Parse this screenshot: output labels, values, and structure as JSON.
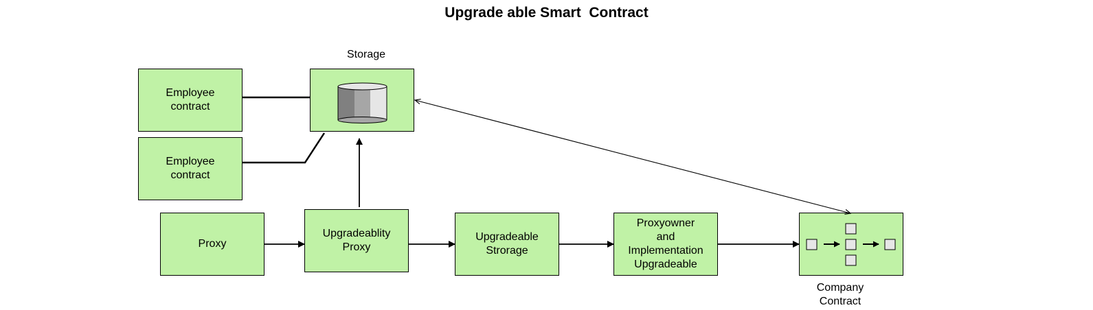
{
  "title": "Upgrade able Smart  Contract",
  "colors": {
    "node_fill": "#c0f2a6",
    "node_border": "#000000",
    "connector": "#000000",
    "cylinder_dark": "#808080",
    "cylinder_mid": "#a6a6a6",
    "cylinder_light": "#e6e6e6",
    "workflow_square": "#e6e6e6"
  },
  "nodes": {
    "employee_contract_1": "Employee\ncontract",
    "employee_contract_2": "Employee\ncontract",
    "storage": {
      "label": "Storage",
      "icon": "database-cylinder-icon"
    },
    "proxy": "Proxy",
    "upgradeability_proxy": "Upgradeablity\nProxy",
    "upgradeable_storage": "Upgradeable\nStrorage",
    "proxyowner": "Proxyowner\nand\nImplementation\nUpgradeable",
    "company_contract": {
      "label": "Company\nContract",
      "icon": "workflow-icon"
    }
  },
  "edges": [
    {
      "from": "employee_contract_1",
      "to": "storage",
      "arrow": "none"
    },
    {
      "from": "employee_contract_2",
      "to": "storage",
      "arrow": "none"
    },
    {
      "from": "upgradeability_proxy",
      "to": "storage",
      "arrow": "end"
    },
    {
      "from": "proxy",
      "to": "upgradeability_proxy",
      "arrow": "end"
    },
    {
      "from": "upgradeability_proxy",
      "to": "upgradeable_storage",
      "arrow": "end"
    },
    {
      "from": "upgradeable_storage",
      "to": "proxyowner",
      "arrow": "end"
    },
    {
      "from": "proxyowner",
      "to": "company_contract",
      "arrow": "end"
    },
    {
      "from": "company_contract",
      "to": "storage",
      "arrow": "both"
    }
  ]
}
